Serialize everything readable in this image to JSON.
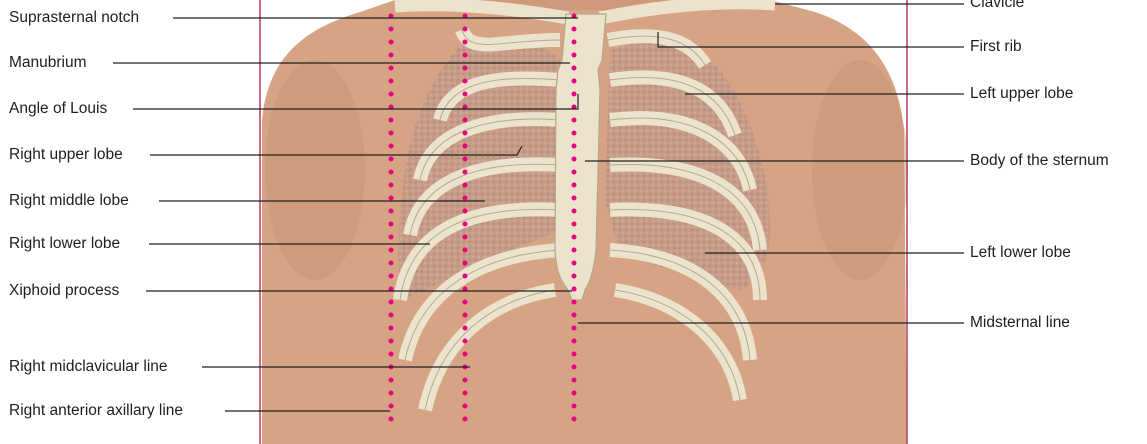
{
  "colors": {
    "skin": "#d9a98a",
    "skin_shadow": "#b98266",
    "bone": "#ece3cc",
    "bone_edge": "#b5a88b",
    "lung": "#c79d8a",
    "frame_line": "#b33a5e",
    "reference_dots": "#e6007e",
    "leader_line": "#222222"
  },
  "labels_left": {
    "suprasternal_notch": "Suprasternal notch",
    "manubrium": "Manubrium",
    "angle_of_louis": "Angle of Louis",
    "right_upper_lobe": "Right upper lobe",
    "right_middle_lobe": "Right middle lobe",
    "right_lower_lobe": "Right lower lobe",
    "xiphoid_process": "Xiphoid process",
    "right_midclavicular_line": "Right midclavicular line",
    "right_anterior_axillary_line": "Right anterior axillary line"
  },
  "labels_right": {
    "clavicle": "Clavicle",
    "first_rib": "First rib",
    "left_upper_lobe": "Left upper lobe",
    "body_of_sternum": "Body of the sternum",
    "left_lower_lobe": "Left lower lobe",
    "midsternal_line": "Midsternal line"
  }
}
